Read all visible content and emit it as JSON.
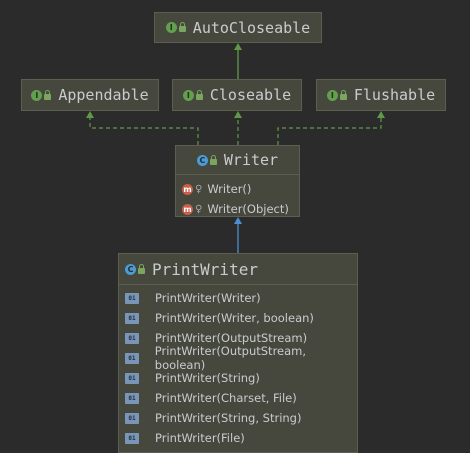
{
  "diagram": {
    "autocloseable": {
      "name": "AutoCloseable",
      "kind": "interface",
      "badge": "I"
    },
    "appendable": {
      "name": "Appendable",
      "kind": "interface",
      "badge": "I"
    },
    "closeable": {
      "name": "Closeable",
      "kind": "interface",
      "badge": "I"
    },
    "flushable": {
      "name": "Flushable",
      "kind": "interface",
      "badge": "I"
    },
    "writer": {
      "name": "Writer",
      "kind": "abstract-class",
      "badge": "C",
      "members": [
        {
          "badge": "m",
          "label": "Writer()"
        },
        {
          "badge": "m",
          "label": "Writer(Object)"
        }
      ]
    },
    "printwriter": {
      "name": "PrintWriter",
      "kind": "class",
      "badge": "C",
      "member_badge": "01",
      "members": [
        "PrintWriter(Writer)",
        "PrintWriter(Writer, boolean)",
        "PrintWriter(OutputStream)",
        "PrintWriter(OutputStream, boolean)",
        "PrintWriter(String)",
        "PrintWriter(Charset, File)",
        "PrintWriter(String, String)",
        "PrintWriter(File)"
      ]
    },
    "colors": {
      "background": "#2b2b2b",
      "node": "#46473d",
      "implements_edge": "#5f9947",
      "extends_edge": "#4a8fd0"
    }
  }
}
